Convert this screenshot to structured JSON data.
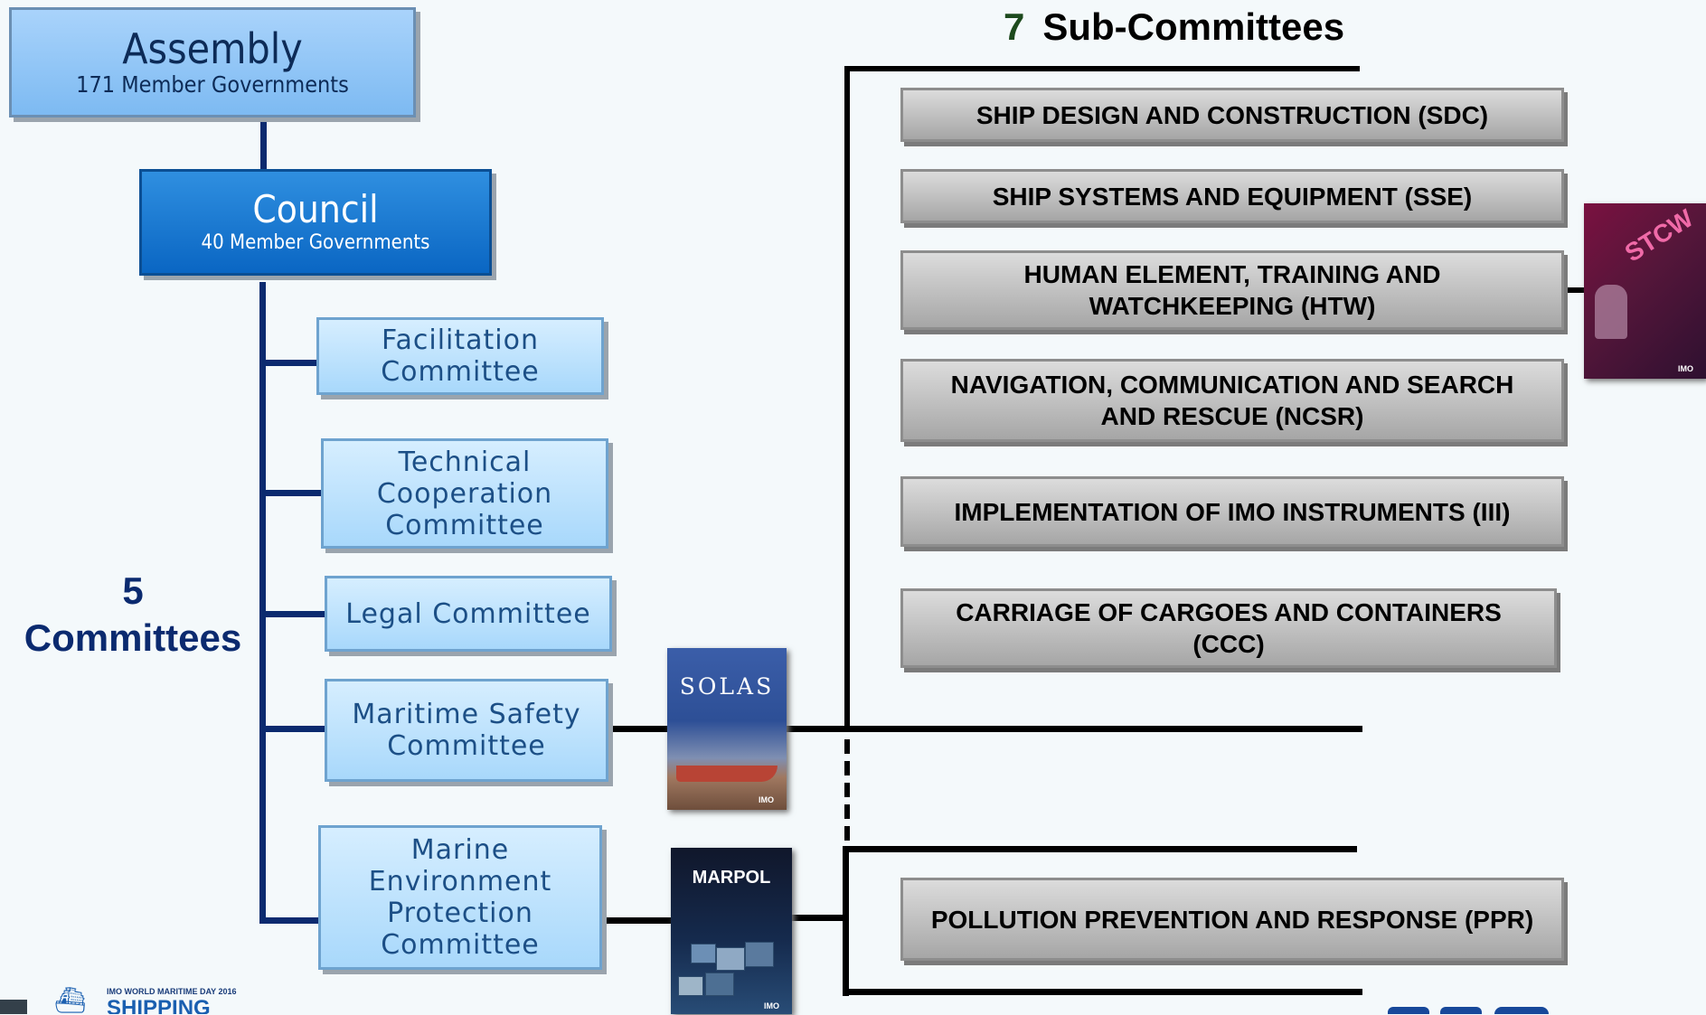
{
  "assembly": {
    "title": "Assembly",
    "subtitle": "171 Member Governments"
  },
  "council": {
    "title": "Council",
    "subtitle": "40 Member Governments"
  },
  "committees_label": {
    "count": "5",
    "label": "Committees"
  },
  "committees": [
    {
      "name": "Facilitation Committee"
    },
    {
      "name": "Technical Cooperation Committee"
    },
    {
      "name": "Legal Committee"
    },
    {
      "name": "Maritime Safety Committee"
    },
    {
      "name": "Marine Environment Protection Committee"
    }
  ],
  "subcommittees_heading": {
    "count": "7",
    "label": "Sub-Committees"
  },
  "subcommittees": [
    {
      "name": "SHIP DESIGN AND CONSTRUCTION (SDC)"
    },
    {
      "name": "SHIP SYSTEMS AND EQUIPMENT (SSE)"
    },
    {
      "name": "HUMAN ELEMENT, TRAINING AND WATCHKEEPING (HTW)"
    },
    {
      "name": "NAVIGATION, COMMUNICATION AND SEARCH AND RESCUE (NCSR)"
    },
    {
      "name": "IMPLEMENTATION OF IMO INSTRUMENTS (III)"
    },
    {
      "name": "CARRIAGE OF CARGOES AND CONTAINERS (CCC)"
    },
    {
      "name": "POLLUTION PREVENTION AND RESPONSE (PPR)"
    }
  ],
  "books": {
    "solas": "SOLAS",
    "marpol": "MARPOL",
    "stcw": "STCW",
    "publisher_mark": "IMO"
  },
  "footer": {
    "logo_caption": "IMO WORLD MARITIME DAY 2016",
    "logo_text": "SHIPPING"
  },
  "colors": {
    "navy_connector": "#0b2a6f",
    "black_connector": "#000000",
    "council_blue": "#0a66c3",
    "committee_light_blue": "#a8d8fb",
    "subcommittee_grey": "#a6a6a6"
  }
}
